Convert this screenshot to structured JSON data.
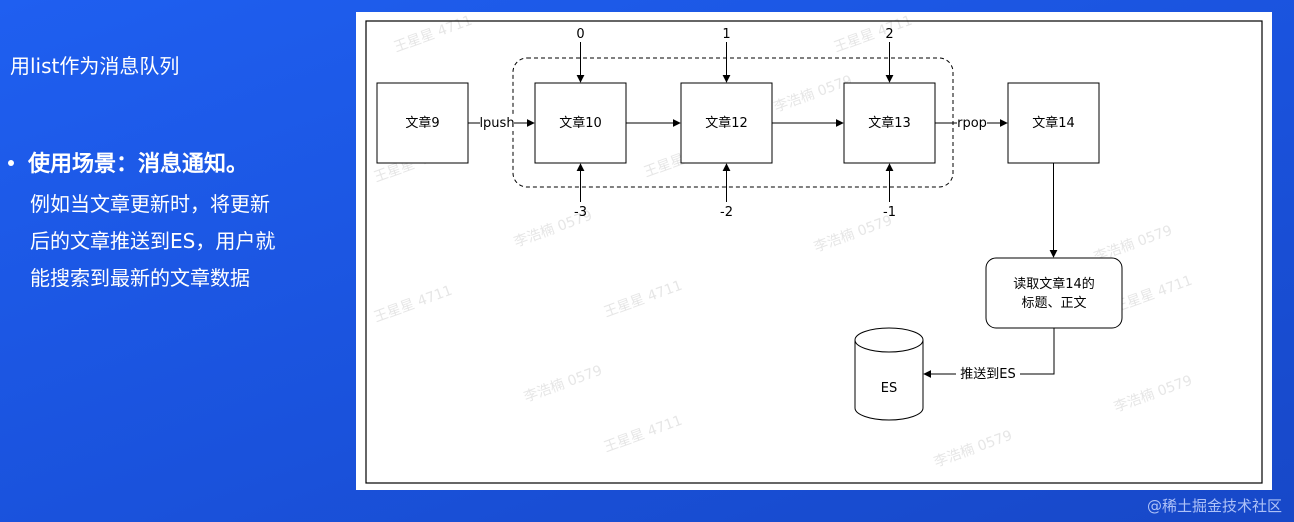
{
  "slide": {
    "heading": "用list作为消息队列",
    "bullet_title": "使用场景：消息通知。",
    "bullet_body": [
      "例如当文章更新时，将更新",
      "后的文章推送到ES，用户就",
      "能搜索到最新的文章数据"
    ],
    "footer_watermark": "@稀土掘金技术社区"
  },
  "diagram": {
    "nodes": {
      "article9": "文章9",
      "article10": "文章10",
      "article12": "文章12",
      "article13": "文章13",
      "article14": "文章14",
      "read_line1": "读取文章14的",
      "read_line2": "标题、正文",
      "es": "ES"
    },
    "edges": {
      "lpush": "lpush",
      "rpop": "rpop",
      "push_es": "推送到ES"
    },
    "indices": {
      "top": [
        "0",
        "1",
        "2"
      ],
      "bottom": [
        "-3",
        "-2",
        "-1"
      ]
    },
    "watermark_texts": [
      "王星星 4711",
      "李浩楠 0579"
    ]
  }
}
